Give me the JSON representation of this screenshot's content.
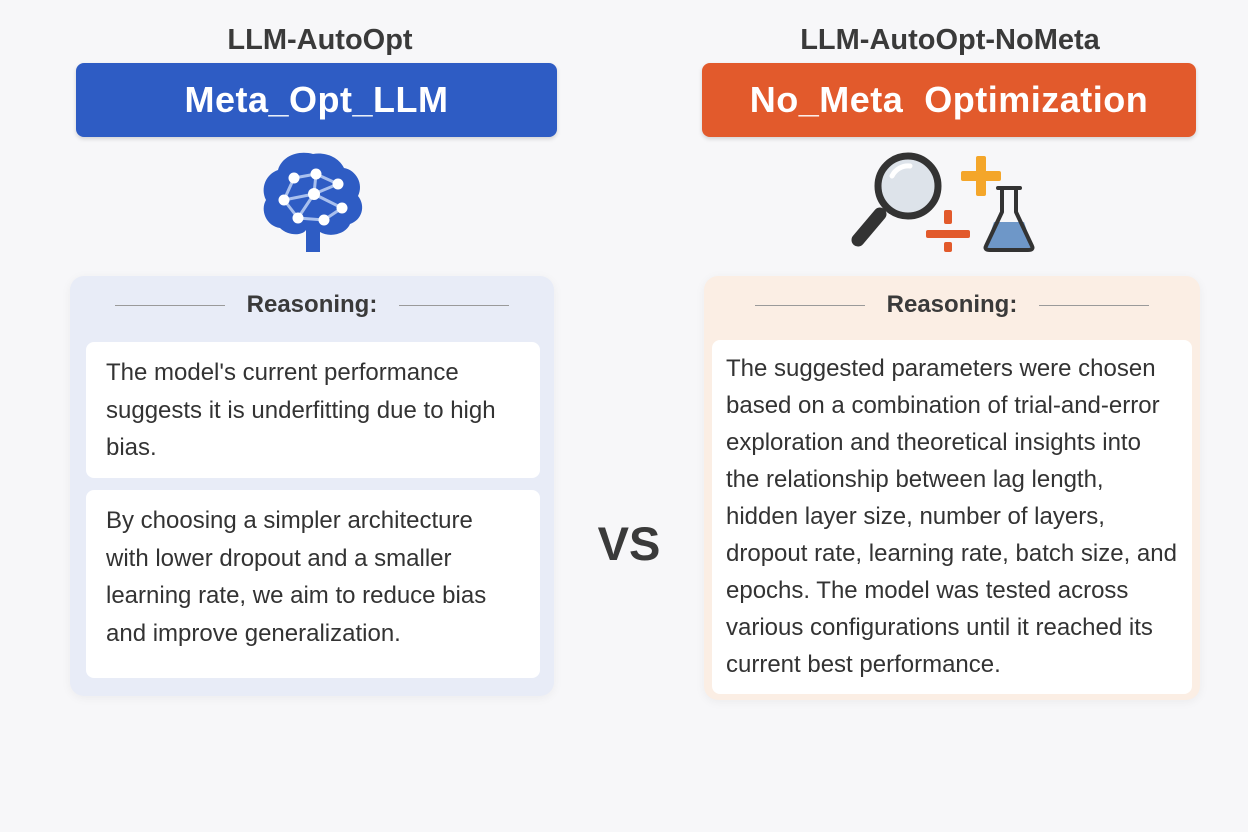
{
  "left": {
    "model_name": "LLM-AutoOpt",
    "method": "Meta_Opt_LLM",
    "icon": "brain-network-icon",
    "reasoning_heading": "Reasoning:",
    "paragraphs": [
      "The model's current performance suggests it is underfitting due to high bias.",
      "By choosing a simpler architecture with lower dropout and a smaller learning rate, we aim to reduce bias and improve generalization."
    ]
  },
  "vs": "VS",
  "right": {
    "model_name": "LLM-AutoOpt-NoMeta",
    "method": "No_Meta  Optimization",
    "icon": "magnifier-plus-flask-icon",
    "reasoning_heading": "Reasoning:",
    "paragraphs": [
      "The suggested parameters were chosen based on a combination of trial-and-error exploration and theoretical insights into the relationship between lag length, hidden layer size, number of layers, dropout rate, learning rate, batch size, and epochs. The model was tested across various configurations until it reached its current best performance."
    ]
  },
  "colors": {
    "left_accent": "#2e5cc4",
    "right_accent": "#e25a2c",
    "left_card_bg": "#e8ecf7",
    "right_card_bg": "#fbeee4",
    "flask_liquid": "#6e97c8",
    "plus_orange": "#f4a62a"
  }
}
